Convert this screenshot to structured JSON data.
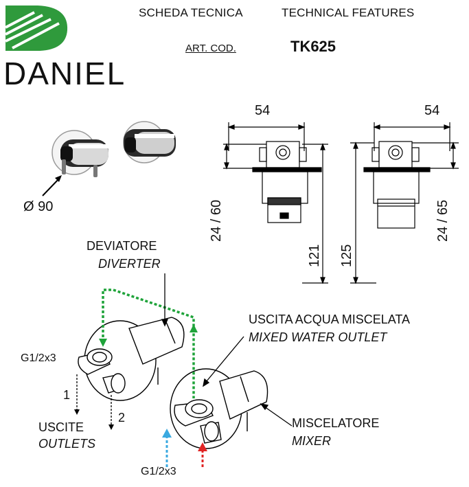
{
  "brand": {
    "name": "DANIEL",
    "color": "#2f9a3c"
  },
  "header": {
    "title_it": "SCHEDA TECNICA",
    "title_en": "TECHNICAL FEATURES",
    "art_label": "ART. COD.",
    "art_code": "TK625"
  },
  "dimensions": {
    "plate_diameter": "Ø 90",
    "left_view": {
      "width": "54",
      "depth_range": "24 / 60",
      "height": "121"
    },
    "right_view": {
      "width": "54",
      "depth_range": "24 / 65",
      "height": "125"
    }
  },
  "labels": {
    "diverter_it": "DEVIATORE",
    "diverter_en": "DIVERTER",
    "mixed_outlet_it": "USCITA ACQUA MISCELATA",
    "mixed_outlet_en": "MIXED WATER OUTLET",
    "thread_top": "G1/2x3",
    "outlet_1": "1",
    "outlet_2": "2",
    "outlets_it": "USCITE",
    "outlets_en": "OUTLETS",
    "mixer_it": "MISCELATORE",
    "mixer_en": "MIXER",
    "thread_bottom": "G1/2x3"
  },
  "arrow_colors": {
    "diverter_flow": "#1fa33a",
    "cold": "#3aa9e0",
    "hot": "#e02424"
  }
}
